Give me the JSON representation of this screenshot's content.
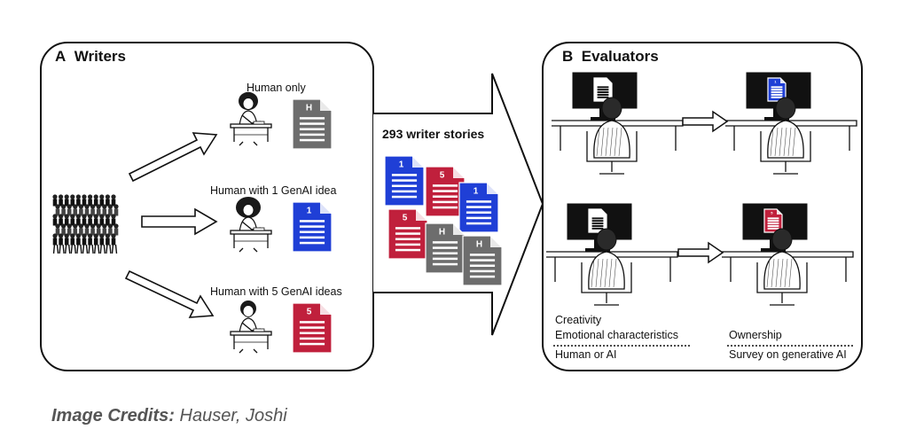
{
  "colors": {
    "blue": "#1f3fd6",
    "red": "#c0203c",
    "gray": "#6d6d6d",
    "black": "#111111",
    "credit": "#555555"
  },
  "panel_a": {
    "letter": "A",
    "title": "Writers",
    "conditions": [
      {
        "label": "Human only",
        "doc_badge": "H",
        "doc_color": "gray",
        "icon": "writer-at-desk-icon"
      },
      {
        "label": "Human with 1 GenAI idea",
        "doc_badge": "1",
        "doc_color": "blue",
        "icon": "writer-at-desk-icon"
      },
      {
        "label": "Human with 5 GenAI ideas",
        "doc_badge": "5",
        "doc_color": "red",
        "icon": "writer-at-desk-icon"
      }
    ],
    "crowd_icon": "crowd-icon"
  },
  "middle": {
    "label": "293 writer stories",
    "stack": [
      {
        "badge": "1",
        "color": "blue"
      },
      {
        "badge": "5",
        "color": "red"
      },
      {
        "badge": "1",
        "color": "blue"
      },
      {
        "badge": "5",
        "color": "red"
      },
      {
        "badge": "H",
        "color": "gray"
      },
      {
        "badge": "H",
        "color": "gray"
      }
    ]
  },
  "panel_b": {
    "letter": "B",
    "title": "Evaluators",
    "scenes": [
      {
        "screen_doc": "plain",
        "after_doc_badge": "1",
        "after_doc_color": "blue"
      },
      {
        "screen_doc": "plain",
        "after_doc_badge": "5",
        "after_doc_color": "red"
      }
    ],
    "measures_left": [
      "Creativity",
      "Emotional characteristics"
    ],
    "measure_left_below": "Human or AI",
    "measures_right": [
      "Ownership"
    ],
    "measure_right_below": "Survey on generative AI"
  },
  "credit": {
    "prefix": "Image Credits:",
    "names": "Hauser, Joshi"
  }
}
